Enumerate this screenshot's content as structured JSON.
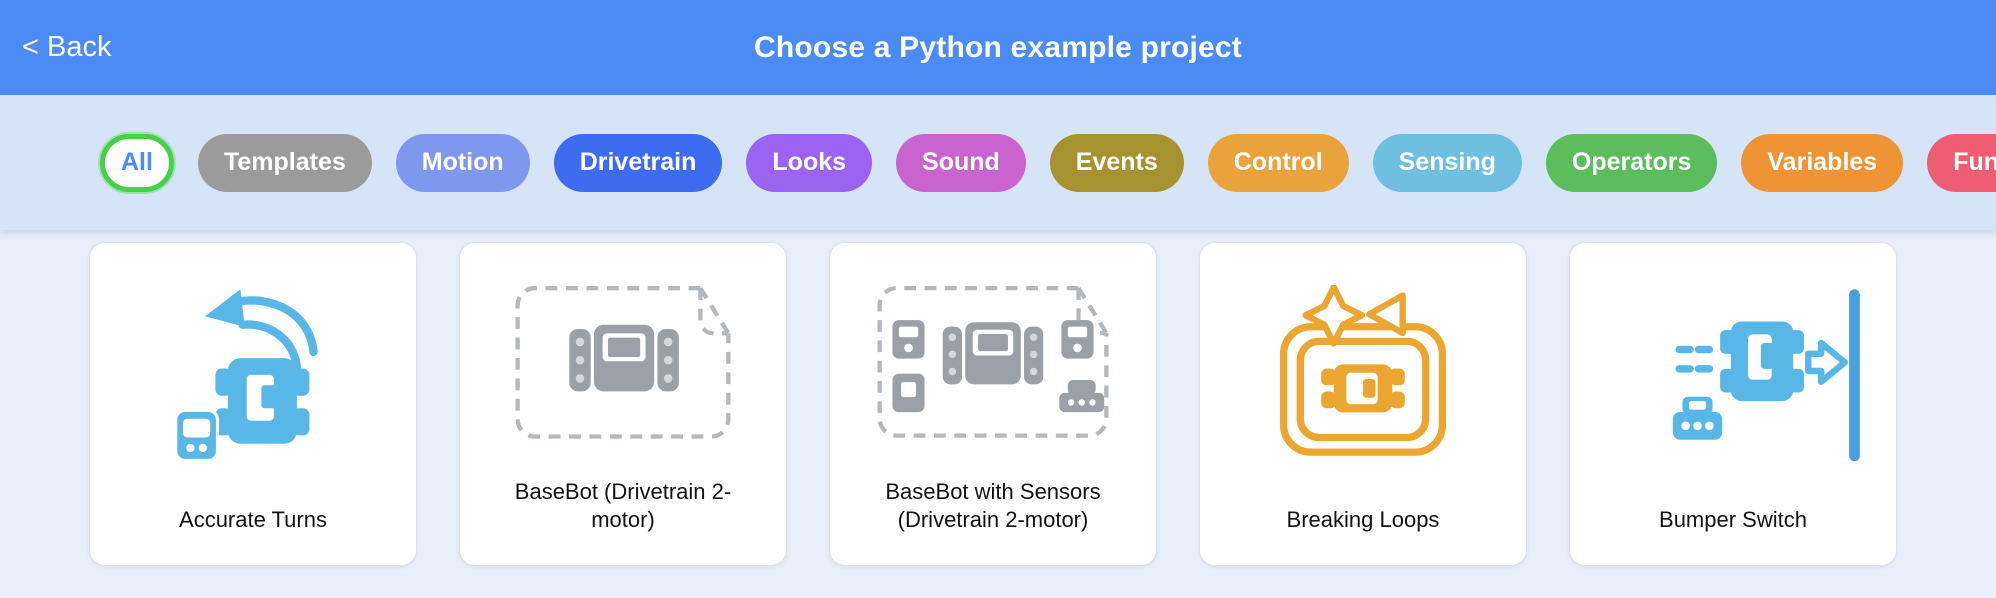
{
  "header": {
    "back_label": "< Back",
    "title": "Choose a Python example project"
  },
  "filters": {
    "items": [
      {
        "label": "All",
        "color": "#ffffff",
        "selected": true
      },
      {
        "label": "Templates",
        "color": "#9b9b9b",
        "selected": false
      },
      {
        "label": "Motion",
        "color": "#7e97ef",
        "selected": false
      },
      {
        "label": "Drivetrain",
        "color": "#3d6cf0",
        "selected": false
      },
      {
        "label": "Looks",
        "color": "#9a63f2",
        "selected": false
      },
      {
        "label": "Sound",
        "color": "#c963cf",
        "selected": false
      },
      {
        "label": "Events",
        "color": "#a6922e",
        "selected": false
      },
      {
        "label": "Control",
        "color": "#e8a33c",
        "selected": false
      },
      {
        "label": "Sensing",
        "color": "#6fc0e0",
        "selected": false
      },
      {
        "label": "Operators",
        "color": "#5cbd5c",
        "selected": false
      },
      {
        "label": "Variables",
        "color": "#ee9434",
        "selected": false
      },
      {
        "label": "Functions",
        "color": "#ee5d73",
        "selected": false
      }
    ]
  },
  "cards": [
    {
      "label": "Accurate Turns",
      "icon": "accurate-turns-icon"
    },
    {
      "label": "BaseBot (Drivetrain 2-motor)",
      "icon": "basebot-icon"
    },
    {
      "label": "BaseBot with Sensors (Drivetrain 2-motor)",
      "icon": "basebot-with-sensors-icon"
    },
    {
      "label": "Breaking Loops",
      "icon": "breaking-loops-icon"
    },
    {
      "label": "Bumper Switch",
      "icon": "bumper-switch-icon"
    }
  ],
  "colors": {
    "header_background": "#4a8cf4",
    "filter_bar_background": "#d6e4f7",
    "content_background": "#e8eefa",
    "card_background": "#ffffff",
    "selected_chip_ring": "#45d145",
    "selected_chip_text": "#4a8cf4",
    "icon_blue": "#59b7e8",
    "icon_gray": "#9aa0a6",
    "icon_orange": "#eba531",
    "wall_blue": "#4a9fdd"
  }
}
